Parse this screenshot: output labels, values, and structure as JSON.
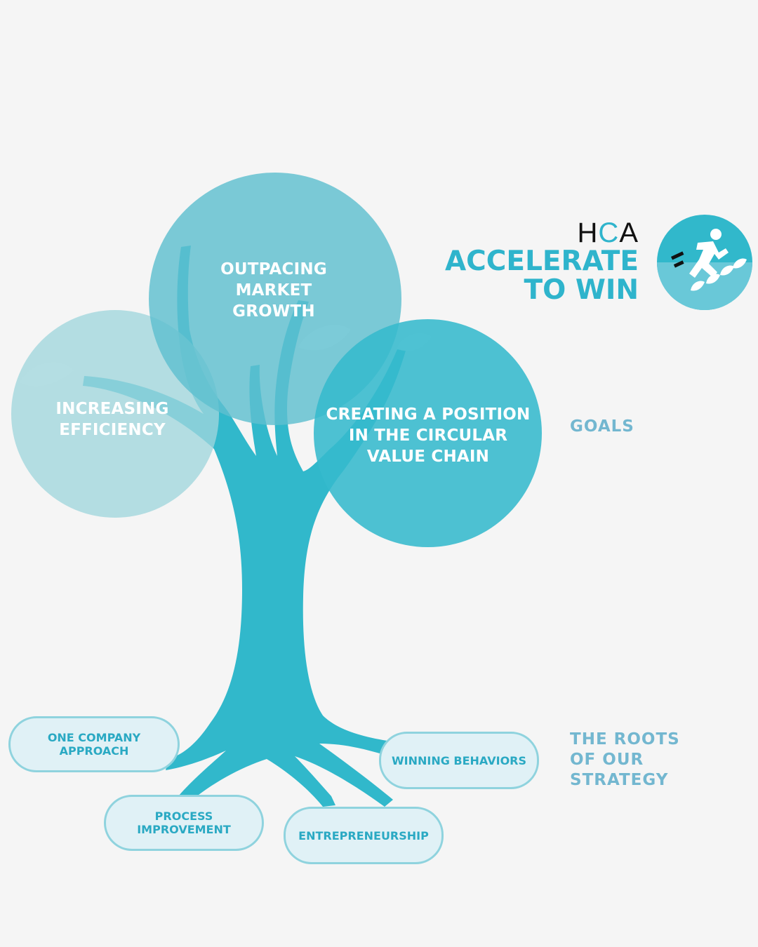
{
  "brand": {
    "h": "H",
    "c": "C",
    "a": "A",
    "line1": "ACCELERATE",
    "line2": "TO WIN",
    "logo_icon": "running-man-icon",
    "colors": {
      "accent": "#2fb4cc",
      "dark": "#111111"
    }
  },
  "goals": {
    "label": "GOALS",
    "items": [
      {
        "text": "INCREASING\nEFFICIENCY",
        "color": "#a0d6dc"
      },
      {
        "text": "OUTPACING\nMARKET\nGROWTH",
        "color": "#5fc0cf"
      },
      {
        "text": "CREATING A POSITION\nIN THE CIRCULAR\nVALUE CHAIN",
        "color": "#36b9cd"
      }
    ]
  },
  "roots": {
    "label": "THE ROOTS\nOF OUR\nSTRATEGY",
    "items": [
      {
        "text": "ONE COMPANY\nAPPROACH"
      },
      {
        "text": "PROCESS\nIMPROVEMENT"
      },
      {
        "text": "ENTREPRENEURSHIP"
      },
      {
        "text": "WINNING BEHAVIORS"
      }
    ]
  },
  "colors": {
    "trunk": "#31b8cb",
    "pill_border": "#8fd3de",
    "pill_fill": "#e0f1f6",
    "pill_text": "#2aa9c3",
    "side_label": "#73b7d0",
    "background": "#f5f5f5"
  }
}
